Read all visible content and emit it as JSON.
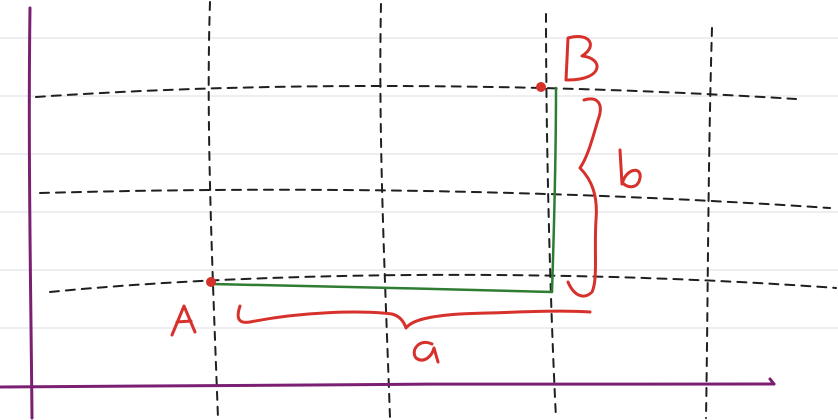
{
  "diagram": {
    "point_a_label": "A",
    "point_b_label": "B",
    "horizontal_distance_label": "a",
    "vertical_distance_label": "b"
  },
  "colors": {
    "background": "#ffffff",
    "ruled_lines": "#d9dde3",
    "grid_lines": "#1f1f1f",
    "axes": "#7b1f73",
    "annotation": "#d6312b",
    "path": "#2e7d32"
  }
}
